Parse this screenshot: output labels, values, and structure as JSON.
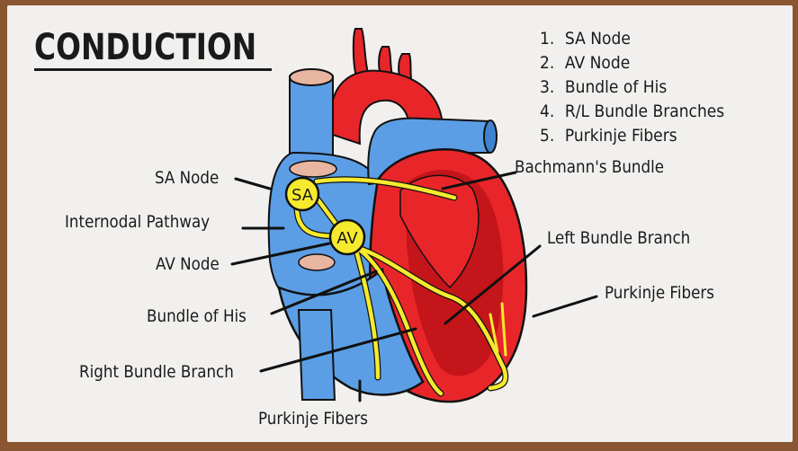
{
  "title": "CONDUCTION",
  "steps": [
    {
      "num": "1.",
      "text": "SA Node"
    },
    {
      "num": "2.",
      "text": "AV Node"
    },
    {
      "num": "3.",
      "text": "Bundle of His"
    },
    {
      "num": "4.",
      "text": "R/L Bundle Branches"
    },
    {
      "num": "5.",
      "text": "Purkinje Fibers"
    }
  ],
  "labels": {
    "sa_node": "SA Node",
    "internodal_pathway": "Internodal Pathway",
    "av_node": "AV Node",
    "bundle_of_his": "Bundle of His",
    "right_bundle_branch": "Right Bundle Branch",
    "purkinje_bottom": "Purkinje Fibers",
    "bachmanns_bundle": "Bachmann's Bundle",
    "left_bundle_branch": "Left Bundle Branch",
    "purkinje_right": "Purkinje Fibers"
  },
  "node_markers": {
    "sa": "SA",
    "av": "AV"
  },
  "colors": {
    "board": "#f1f0ee",
    "frame": "#8a5632",
    "blue": "#5b9ee6",
    "blue_dark": "#3f82cf",
    "red": "#e8262a",
    "red_dark": "#c4151a",
    "yellow": "#f6ea2e",
    "pink": "#e8b5a0",
    "text": "#1a1a1a"
  }
}
